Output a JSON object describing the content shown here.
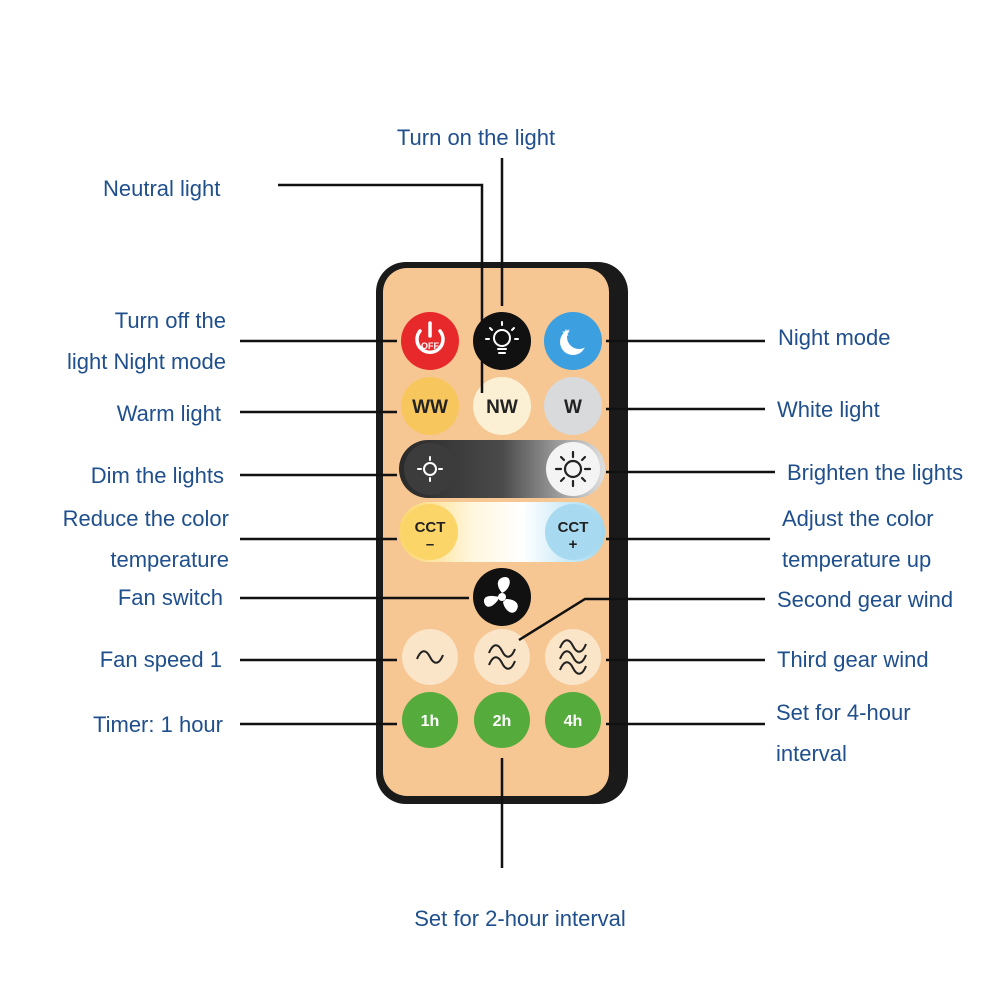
{
  "labels": {
    "turn_on_light": "Turn on the light",
    "neutral_light": "Neutral light",
    "turn_off_line1": "Turn off the",
    "turn_off_line2": "light Night mode",
    "warm_light": "Warm light",
    "dim_lights": "Dim the lights",
    "reduce_cct_line1": "Reduce the color",
    "reduce_cct_line2": "temperature",
    "fan_switch": "Fan switch",
    "fan_speed_1": "Fan speed 1",
    "timer_1h": "Timer: 1 hour",
    "night_mode": "Night mode",
    "white_light": "White light",
    "brighten_lights": "Brighten the lights",
    "adjust_cct_line1": "Adjust the color",
    "adjust_cct_line2": "temperature up",
    "second_gear": "Second gear wind",
    "third_gear": "Third gear wind",
    "set_4h_line1": "Set for 4-hour",
    "set_4h_line2": "interval",
    "set_2h": "Set for 2-hour interval"
  },
  "buttons": {
    "off": "OFF",
    "warm": "WW",
    "neutral": "NW",
    "white": "W",
    "cct": "CCT",
    "cct_minus": "–",
    "cct_plus": "+",
    "timer_1h": "1h",
    "timer_2h": "2h",
    "timer_4h": "4h"
  },
  "icons": [
    "power-icon",
    "bulb-icon",
    "moon-icon",
    "sun-dim-icon",
    "sun-bright-icon",
    "fan-icon",
    "wave-1-icon",
    "wave-2-icon",
    "wave-3-icon"
  ],
  "colors": {
    "label_text": "#1f4f8c",
    "remote_body": "#f6c693",
    "remote_border": "#1a1a1a",
    "off_button": "#e8292b",
    "night_button": "#3c9fe0",
    "timer_button": "#55ab3c",
    "warm_button": "#f7c75e",
    "neutral_button": "#fbf0d4",
    "white_button": "#d9dadc"
  }
}
